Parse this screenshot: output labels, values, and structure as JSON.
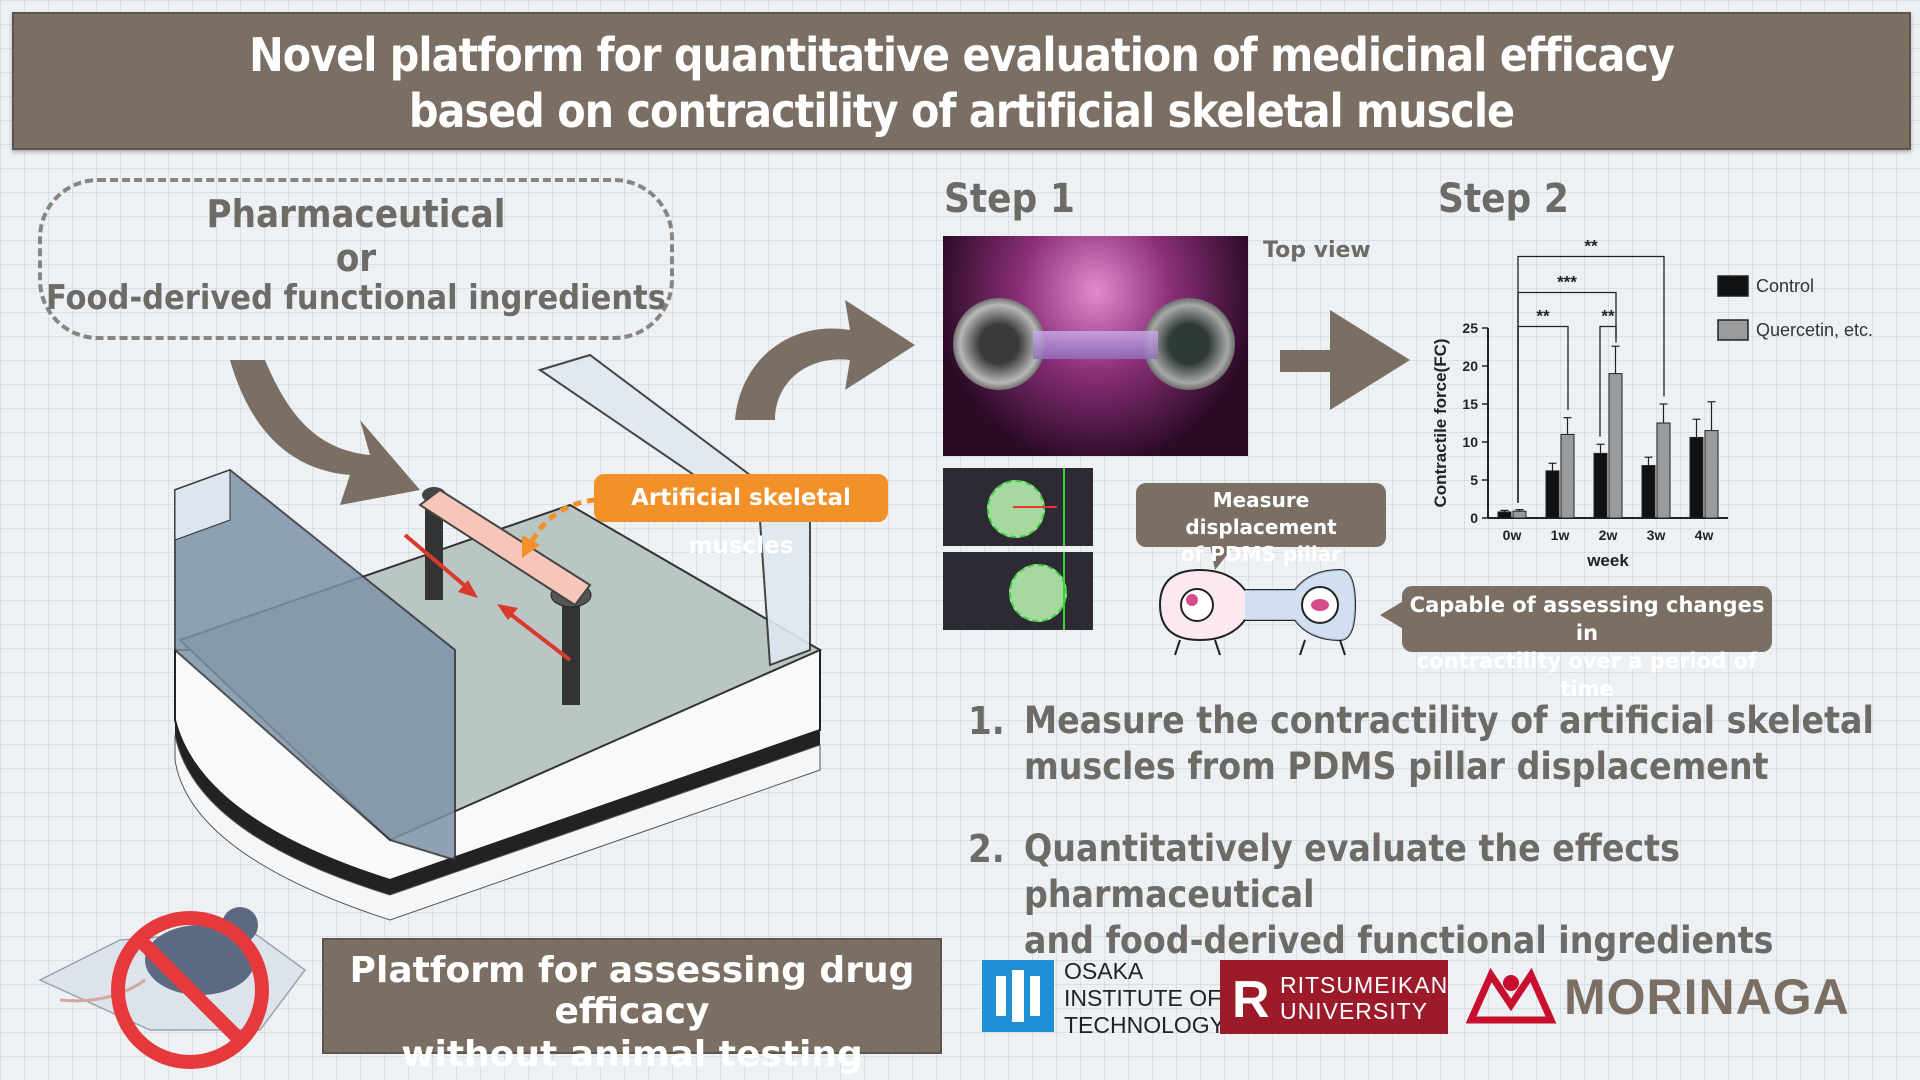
{
  "title": {
    "line1": "Novel platform for quantitative evaluation of medicinal efficacy",
    "line2": "based on contractility of artificial skeletal muscle"
  },
  "ingredients": {
    "line1": "Pharmaceutical",
    "line2": "or",
    "line3": "Food-derived functional ingredients"
  },
  "device": {
    "label": "Artificial skeletal muscles"
  },
  "step1": {
    "label": "Step 1",
    "top_view": "Top view",
    "measure_box": {
      "line1": "Measure displacement",
      "line2": "of PDMS pillar"
    }
  },
  "step2": {
    "label": "Step 2",
    "capable_box": {
      "line1": "Capable of assessing changes in",
      "line2": "contractility over a period of time"
    }
  },
  "chart_data": {
    "type": "bar",
    "categories": [
      "0w",
      "1w",
      "2w",
      "3w",
      "4w"
    ],
    "series": [
      {
        "name": "Control",
        "values": [
          0.8,
          6.2,
          8.5,
          6.9,
          10.6
        ],
        "errors": [
          0.2,
          1.0,
          1.2,
          1.1,
          2.4
        ],
        "color": "#111111"
      },
      {
        "name": "Quercetin, etc.",
        "values": [
          0.9,
          11.0,
          19.0,
          12.5,
          11.5
        ],
        "errors": [
          0.2,
          2.2,
          3.6,
          2.5,
          3.8
        ],
        "color": "#9a9a9a"
      }
    ],
    "xlabel": "week",
    "ylabel": "Contractile force(FC)",
    "ylim": [
      0,
      25
    ],
    "yticks": [
      0,
      5,
      10,
      15,
      20,
      25
    ],
    "significance": [
      {
        "from": "0w",
        "to": "1w",
        "label": "**"
      },
      {
        "from": "0w",
        "to": "2w",
        "label": "***"
      },
      {
        "from": "0w",
        "to": "3w",
        "label": "**"
      },
      {
        "from": "2w",
        "to": "2w",
        "label": "**"
      }
    ],
    "legend": "top-right"
  },
  "points": [
    {
      "num": "1.",
      "line1": "Measure the contractility of artificial skeletal",
      "line2": "muscles from PDMS pillar displacement"
    },
    {
      "num": "2.",
      "line1": "Quantitatively evaluate the effects pharmaceutical",
      "line2": "and food-derived functional ingredients"
    }
  ],
  "bottom": {
    "line1": "Platform for assessing drug efficacy",
    "line2": "without animal testing"
  },
  "logos": {
    "osaka": [
      "OSAKA",
      "INSTITUTE OF",
      "TECHNOLOGY"
    ],
    "ritsumeikan": [
      "RITSUMEIKAN",
      "UNIVERSITY"
    ],
    "ritsumeikan_mark": "R",
    "morinaga": "MORINAGA"
  },
  "colors": {
    "banner": "#7b6f64",
    "accent_orange": "#f2902a",
    "ritsumeikan_red": "#9b1b2a",
    "osaka_blue": "#1f8fd6",
    "morinaga_red": "#c8102e"
  }
}
